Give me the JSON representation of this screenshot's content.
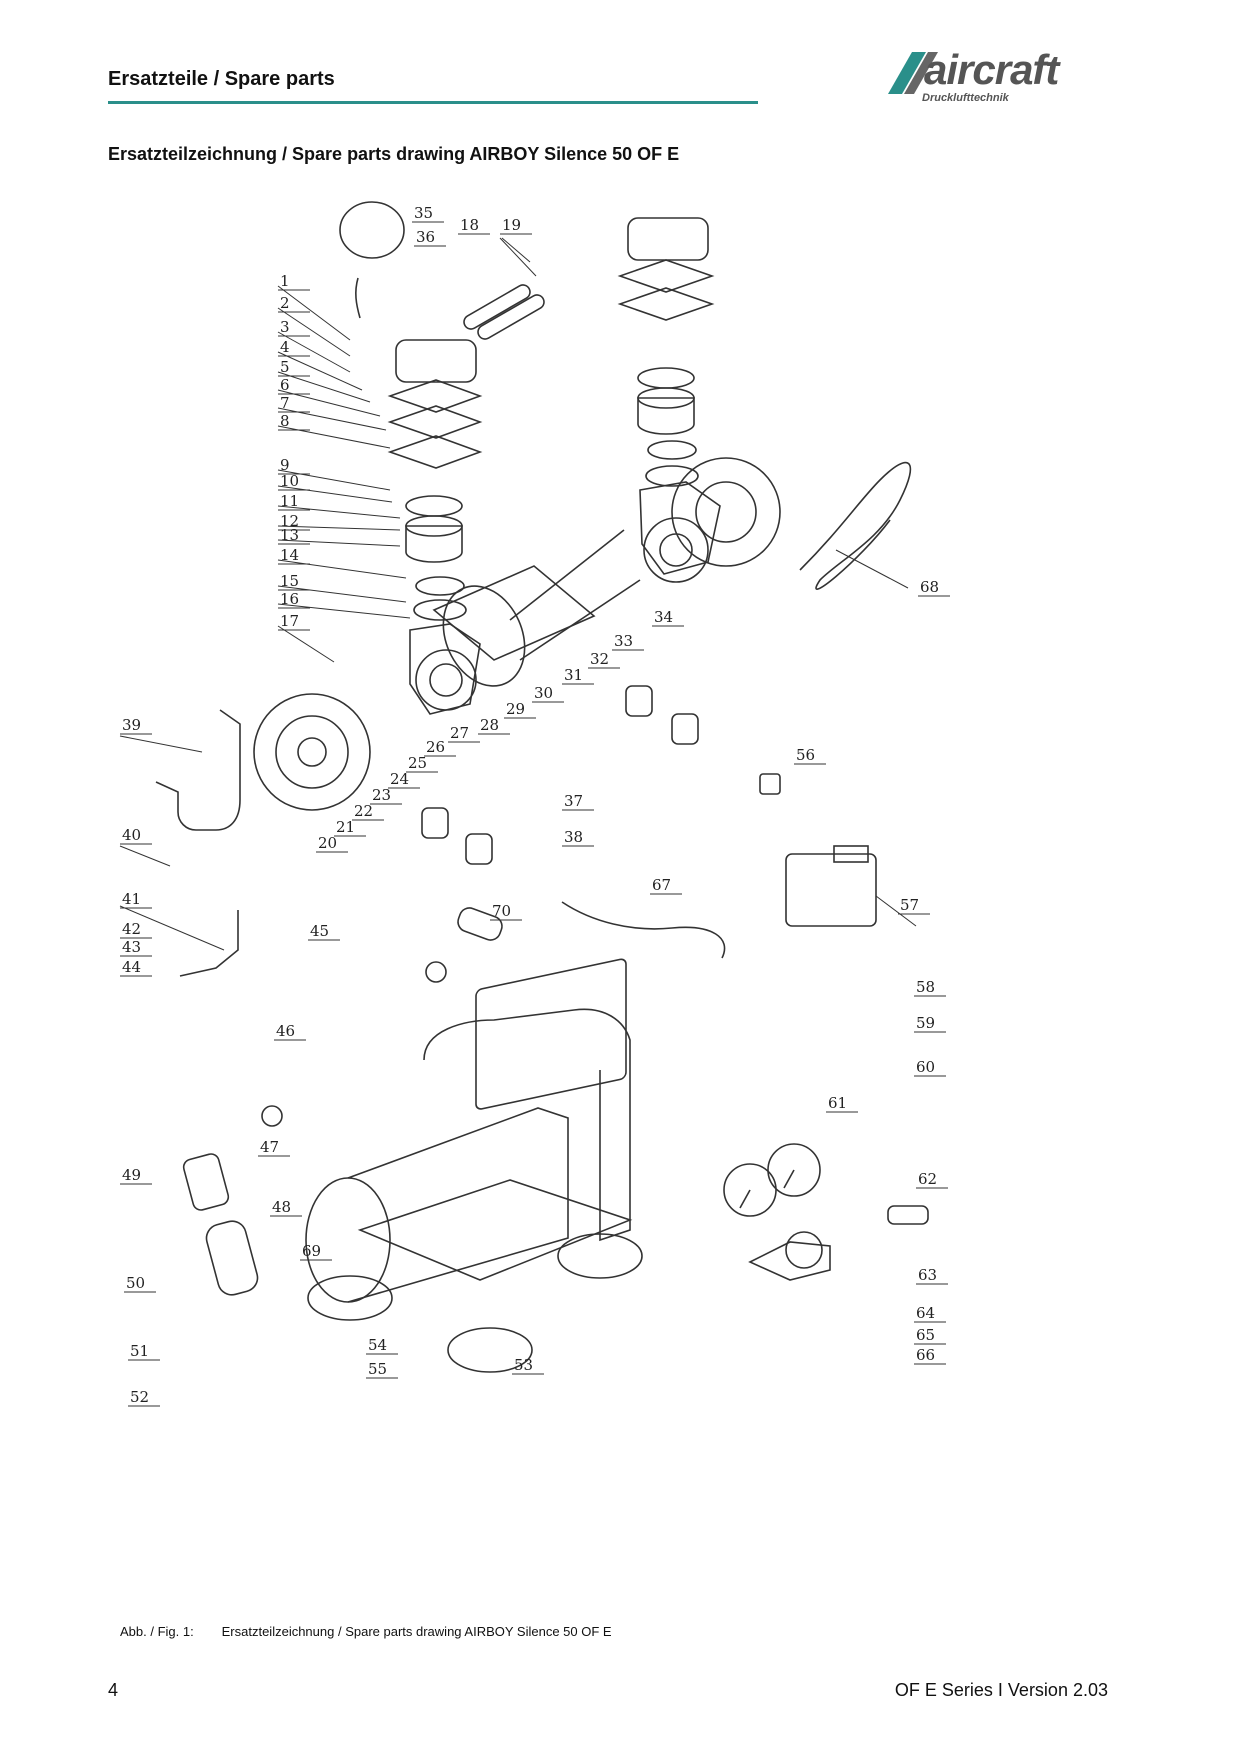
{
  "header": {
    "title": "Ersatzteile / Spare parts",
    "logo_text": "aircraft",
    "logo_sub": "Drucklufttechnik",
    "rule_color": "#2a8f8a"
  },
  "section_title": "Ersatzteilzeichnung / Spare parts drawing AIRBOY Silence 50 OF E",
  "drawing": {
    "part_numbers": [
      "1",
      "2",
      "3",
      "4",
      "5",
      "6",
      "7",
      "8",
      "9",
      "10",
      "11",
      "12",
      "13",
      "14",
      "15",
      "16",
      "17",
      "18",
      "19",
      "20",
      "21",
      "22",
      "23",
      "24",
      "25",
      "26",
      "27",
      "28",
      "29",
      "30",
      "31",
      "32",
      "33",
      "34",
      "35",
      "36",
      "37",
      "38",
      "39",
      "40",
      "41",
      "42",
      "43",
      "44",
      "45",
      "46",
      "47",
      "48",
      "49",
      "50",
      "51",
      "52",
      "53",
      "54",
      "55",
      "56",
      "57",
      "58",
      "59",
      "60",
      "61",
      "62",
      "63",
      "64",
      "65",
      "66",
      "67",
      "68",
      "69",
      "70"
    ]
  },
  "caption": {
    "label": "Abb. / Fig. 1:",
    "text": "Ersatzteilzeichnung / Spare parts drawing AIRBOY Silence 50 OF E"
  },
  "footer": {
    "page_number": "4",
    "version": "OF E Series I Version 2.03"
  }
}
